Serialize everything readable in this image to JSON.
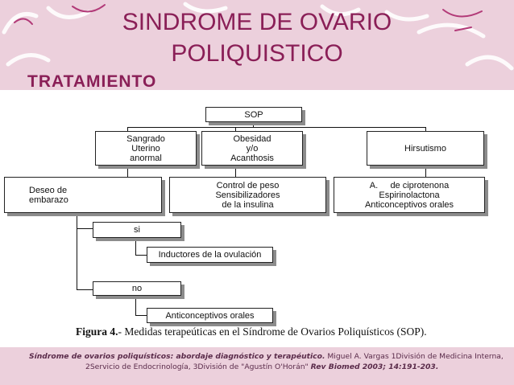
{
  "slide": {
    "title_line1": "SINDROME DE OVARIO",
    "title_line2": "POLIQUISTICO",
    "section_heading": "TRATAMIENTO",
    "colors": {
      "accent": "#8a1f57",
      "band": "#ecd0dc"
    }
  },
  "diagram": {
    "root": "SOP",
    "branch_sangrado": [
      "Sangrado",
      "Uterino",
      "anormal"
    ],
    "branch_obesidad": [
      "Obesidad",
      "y/o",
      "Acanthosis"
    ],
    "branch_hirsutismo": [
      "Hirsutismo"
    ],
    "deseo": [
      "Deseo de",
      "embarazo"
    ],
    "obesidad_tx": [
      "Control de peso",
      "Sensibilizadores",
      "de la insulina"
    ],
    "hirsutismo_tx": [
      "A.     de ciprotenona",
      "Espirinolactona",
      "Anticonceptivos orales"
    ],
    "si": "si",
    "si_tx": "Inductores de la ovulación",
    "no": "no",
    "no_tx": "Anticonceptivos orales"
  },
  "caption": {
    "label": "Figura 4.",
    "text": "- Medidas terapeúticas en el Síndrome de Ovarios Poliquísticos (SOP)."
  },
  "reference": {
    "title": "Síndrome de ovarios poliquísticos: abordaje diagnóstico y terapéutico.",
    "authors_a": " Miguel A. Vargas 1División de Medicina Interna,",
    "authors_b": "2Servicio de Endocrinología, 3División de \"Agustín O'Horán\" ",
    "journal": "Rev Biomed 2003; 14:191-203."
  }
}
